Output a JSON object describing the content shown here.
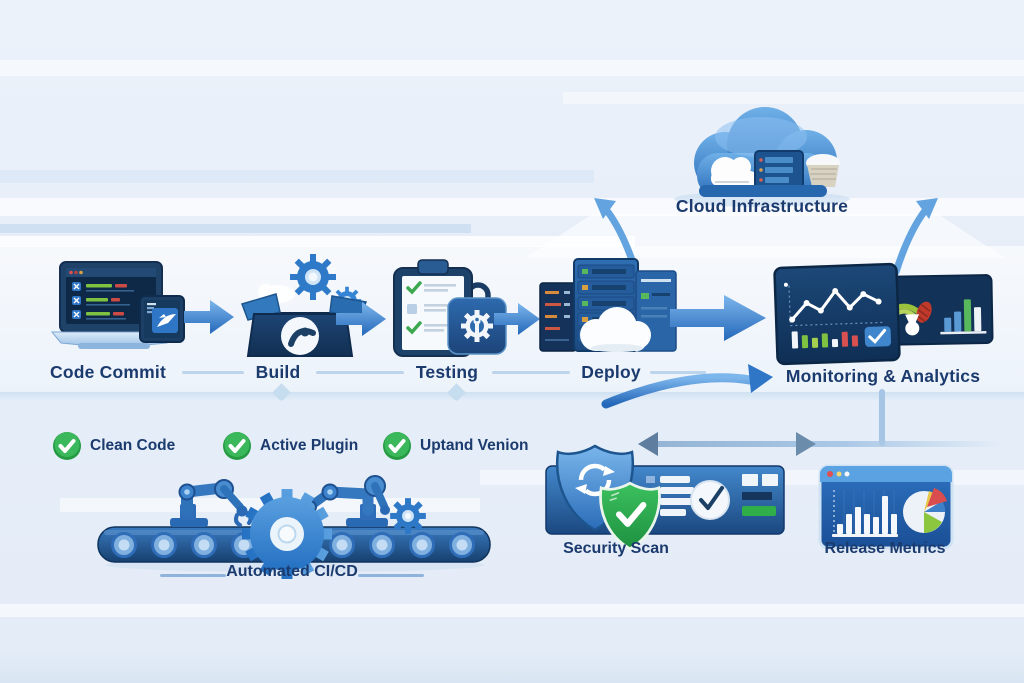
{
  "cloud": {
    "label": "Cloud Infrastructure",
    "icon": "cloud-servers-icon"
  },
  "stages": [
    {
      "label": "Code Commit",
      "icon": "laptop-code-icon"
    },
    {
      "label": "Build",
      "icon": "build-box-gears-icon"
    },
    {
      "label": "Testing",
      "icon": "clipboard-checklist-icon"
    },
    {
      "label": "Deploy",
      "icon": "server-rack-cloud-icon"
    },
    {
      "label": "Monitoring & Analytics",
      "icon": "dashboard-charts-icon"
    }
  ],
  "checks": [
    {
      "label": "Clean Code",
      "icon": "check-circle-icon"
    },
    {
      "label": "Active Plugin",
      "icon": "check-circle-icon"
    },
    {
      "label": "Uptand Venion",
      "icon": "check-circle-icon"
    }
  ],
  "automation": {
    "label": "Automated CI/CD",
    "icon": "conveyor-robots-gear-icon"
  },
  "security": {
    "label": "Security Scan",
    "icon": "shield-scan-panel-icon"
  },
  "metrics": {
    "label": "Release Metrics",
    "icon": "metrics-window-icon"
  },
  "colors": {
    "label_navy": "#1b3a6e",
    "arrow_blue": "#3c82cc",
    "check_green": "#2aa84f",
    "panel_navy": "#163a62",
    "background_blue": "#e9f0f9"
  }
}
